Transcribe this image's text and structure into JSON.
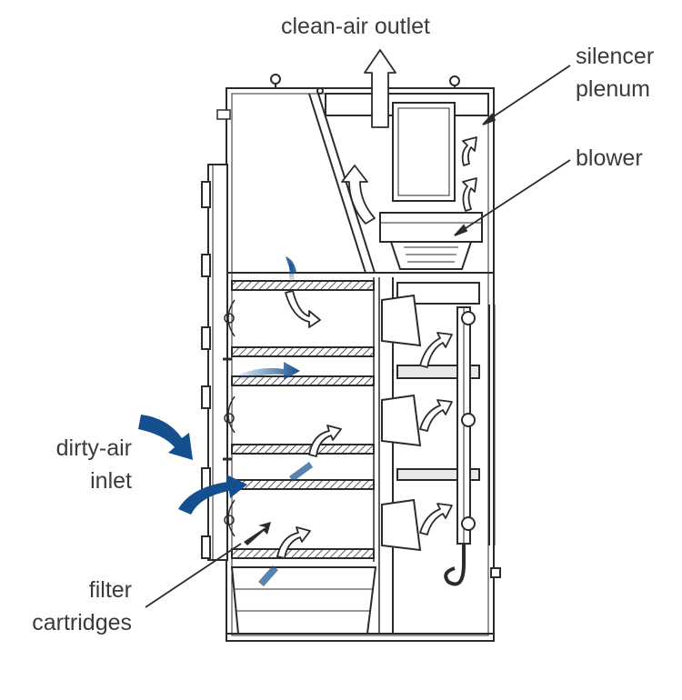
{
  "labels": {
    "clean_air_outlet": "clean-air outlet",
    "silencer_line1": "silencer",
    "silencer_line2": "plenum",
    "blower": "blower",
    "dirty_air_line1": "dirty-air",
    "dirty_air_line2": "inlet",
    "filter_line1": "filter",
    "filter_line2": "cartridges"
  },
  "colors": {
    "line": "#2b2b2b",
    "dirty_air": "#14508f",
    "clean_air": "#ffffff"
  }
}
